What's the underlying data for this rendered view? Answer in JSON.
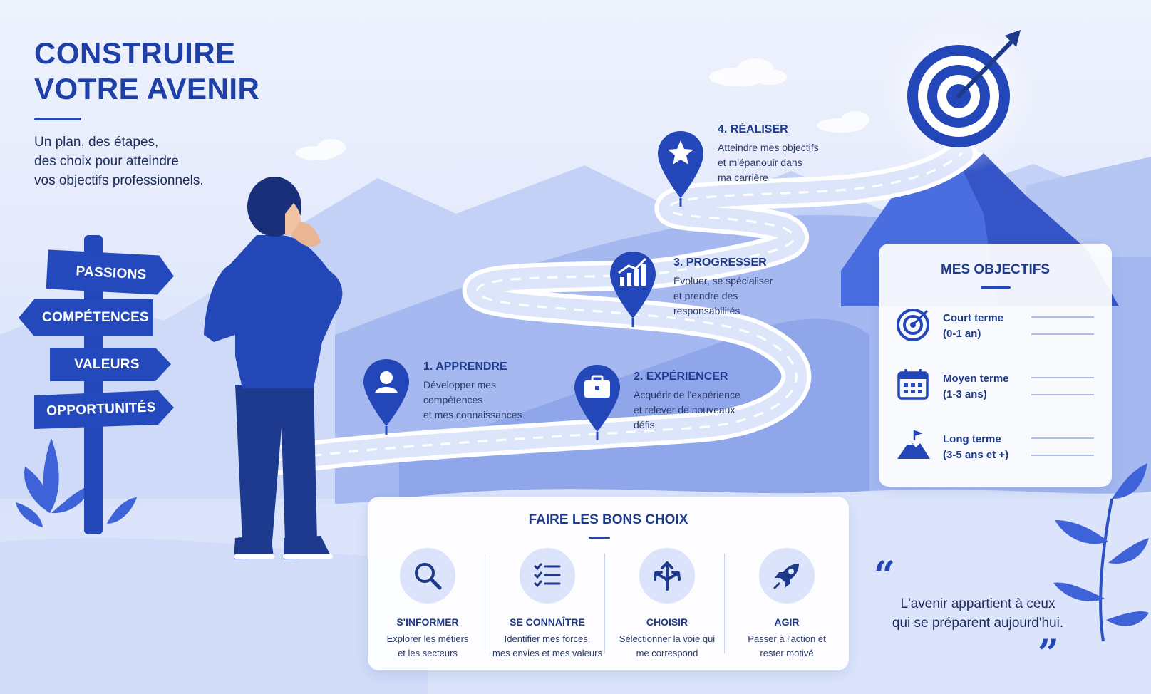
{
  "header": {
    "title_line1": "CONSTRUIRE",
    "title_line2": "VOTRE AVENIR",
    "subtitle_line1": "Un plan, des étapes,",
    "subtitle_line2": "des choix pour atteindre",
    "subtitle_line3": "vos objectifs professionnels."
  },
  "signpost": [
    "PASSIONS",
    "COMPÉTENCES",
    "VALEURS",
    "OPPORTUNITÉS"
  ],
  "steps": [
    {
      "title": "1. APPRENDRE",
      "desc": "Développer mes\ncompétences\net mes connaissances",
      "icon": "person-icon"
    },
    {
      "title": "2. EXPÉRIENCER",
      "desc": "Acquérir de l'expérience\net relever de nouveaux\ndéfis",
      "icon": "briefcase-icon"
    },
    {
      "title": "3. PROGRESSER",
      "desc": "Évoluer, se spécialiser\net prendre des\nresponsabilités",
      "icon": "growth-chart-icon"
    },
    {
      "title": "4. RÉALISER",
      "desc": "Atteindre mes objectifs\net m'épanouir dans\nma carrière",
      "icon": "star-icon"
    }
  ],
  "objectives": {
    "title": "MES OBJECTIFS",
    "items": [
      {
        "label": "Court terme",
        "range": "(0-1 an)",
        "icon": "target-icon"
      },
      {
        "label": "Moyen terme",
        "range": "(1-3 ans)",
        "icon": "calendar-icon"
      },
      {
        "label": "Long terme",
        "range": "(3-5 ans et +)",
        "icon": "mountain-flag-icon"
      }
    ]
  },
  "choices": {
    "title": "FAIRE LES BONS CHOIX",
    "items": [
      {
        "title": "S'INFORMER",
        "desc": "Explorer les métiers\net les secteurs",
        "icon": "search-icon"
      },
      {
        "title": "SE CONNAÎTRE",
        "desc": "Identifier mes forces,\nmes envies et mes valeurs",
        "icon": "checklist-icon"
      },
      {
        "title": "CHOISIR",
        "desc": "Sélectionner la voie qui\nme correspond",
        "icon": "split-arrows-icon"
      },
      {
        "title": "AGIR",
        "desc": "Passer à l'action et\nrester motivé",
        "icon": "rocket-icon"
      }
    ]
  },
  "quote": {
    "line1": "L'avenir appartient à ceux",
    "line2": "qui se préparent aujourd'hui.",
    "open_mark": "“",
    "close_mark": "”"
  },
  "colors": {
    "primary": "#2346b8",
    "dark_navy": "#1e3a8a",
    "mountain": "#4a6ee0",
    "background": "#e6ecfb"
  }
}
